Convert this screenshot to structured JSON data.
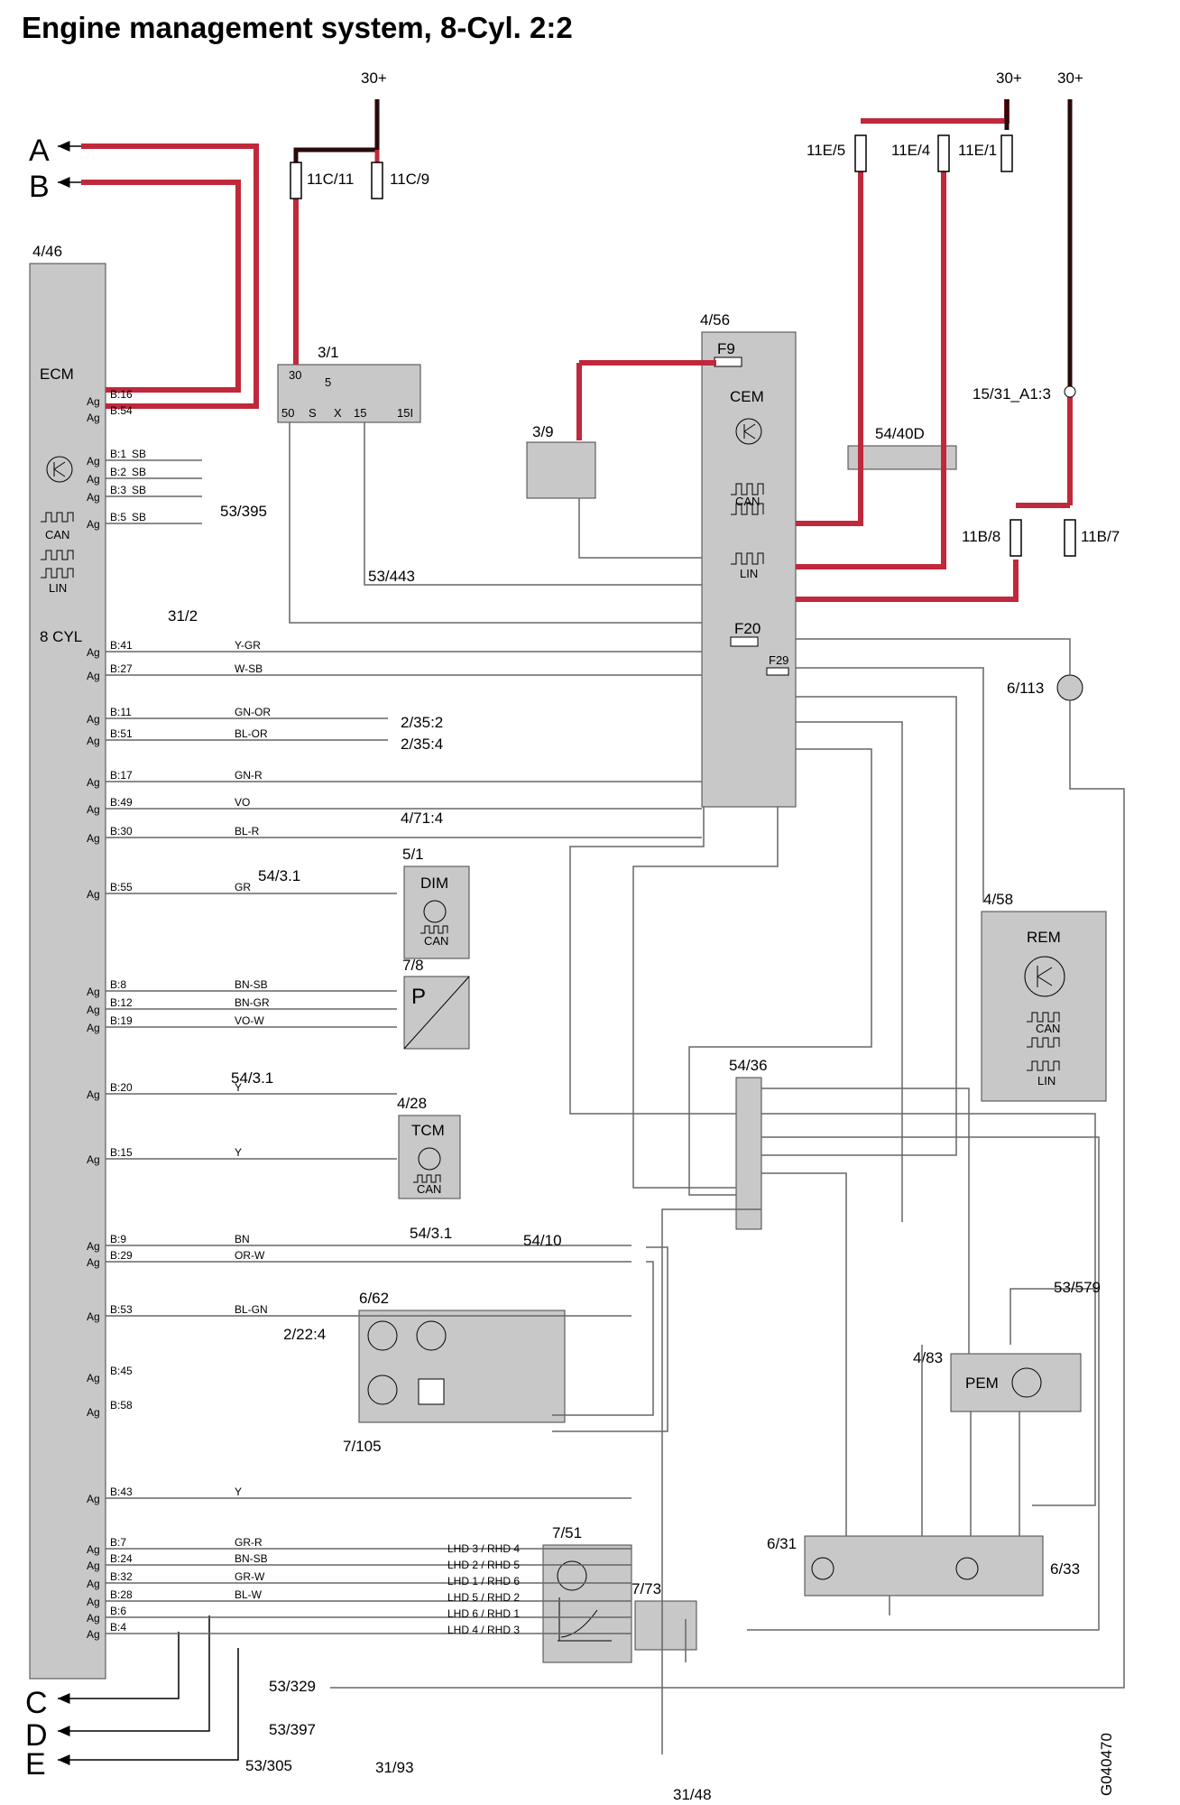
{
  "title": "Engine management system, 8-Cyl. 2:2",
  "code": "G040470",
  "colors": {
    "power": "#c0283c",
    "wire": "#555555",
    "module": "#c8c8c8",
    "dark": "#2a0a0a"
  },
  "connectors_left": [
    "A",
    "B",
    "C",
    "D",
    "E"
  ],
  "modules": {
    "ecm": {
      "ref": "4/46",
      "name": "ECM",
      "sub": "8 CYL",
      "can": "CAN",
      "lin": "LIN"
    },
    "cem": {
      "ref": "4/56",
      "name": "CEM",
      "can": "CAN",
      "lin": "LIN",
      "fuse_f9": "F9",
      "fuse_f20": "F20",
      "fuse_f29": "F29"
    },
    "rem": {
      "ref": "4/58",
      "name": "REM",
      "can": "CAN",
      "lin": "LIN"
    },
    "dim": {
      "ref": "5/1",
      "name": "DIM",
      "can": "CAN"
    },
    "p": {
      "ref": "7/8",
      "name": "P"
    },
    "tcm": {
      "ref": "4/28",
      "name": "TCM",
      "can": "CAN"
    },
    "pem": {
      "ref": "4/83",
      "name": "PEM"
    },
    "m62": {
      "ref": "6/62"
    },
    "m105": {
      "ref": "7/105"
    },
    "m51": {
      "ref": "7/51"
    },
    "m73": {
      "ref": "7/73"
    },
    "m631": {
      "ref": "6/31"
    },
    "m633": {
      "ref": "6/33"
    },
    "m113": {
      "ref": "6/113"
    },
    "ign": {
      "ref": "3/1",
      "pins": [
        "30",
        "5",
        "50",
        "S",
        "X",
        "15",
        "15I"
      ]
    },
    "sw39": {
      "ref": "3/9"
    },
    "c5436": {
      "ref": "54/36"
    },
    "c5440d": {
      "ref": "54/40D"
    }
  },
  "fuses": [
    "11C/11",
    "11C/9",
    "11E/5",
    "11E/4",
    "11E/1",
    "11B/8",
    "11B/7"
  ],
  "supplies": [
    "30+",
    "30+",
    "30+",
    "15/31_A1:3"
  ],
  "ecm_pins": [
    {
      "pin": "B:16",
      "wire": ""
    },
    {
      "pin": "B:54",
      "wire": ""
    },
    {
      "pin": "B:1",
      "wire": "SB"
    },
    {
      "pin": "B:2",
      "wire": "SB"
    },
    {
      "pin": "B:3",
      "wire": "SB"
    },
    {
      "pin": "B:5",
      "wire": "SB"
    },
    {
      "pin": "B:41",
      "wire": "Y-GR"
    },
    {
      "pin": "B:27",
      "wire": "W-SB"
    },
    {
      "pin": "B:11",
      "wire": "GN-OR"
    },
    {
      "pin": "B:51",
      "wire": "BL-OR"
    },
    {
      "pin": "B:17",
      "wire": "GN-R"
    },
    {
      "pin": "B:49",
      "wire": "VO"
    },
    {
      "pin": "B:30",
      "wire": "BL-R"
    },
    {
      "pin": "B:55",
      "wire": "GR"
    },
    {
      "pin": "B:8",
      "wire": "BN-SB"
    },
    {
      "pin": "B:12",
      "wire": "BN-GR"
    },
    {
      "pin": "B:19",
      "wire": "VO-W"
    },
    {
      "pin": "B:20",
      "wire": "Y"
    },
    {
      "pin": "B:15",
      "wire": "Y"
    },
    {
      "pin": "B:9",
      "wire": "BN"
    },
    {
      "pin": "B:29",
      "wire": "OR-W"
    },
    {
      "pin": "B:53",
      "wire": "BL-GN"
    },
    {
      "pin": "B:45",
      "wire": ""
    },
    {
      "pin": "B:58",
      "wire": ""
    },
    {
      "pin": "B:43",
      "wire": "Y"
    },
    {
      "pin": "B:7",
      "wire": "GR-R"
    },
    {
      "pin": "B:24",
      "wire": "BN-SB"
    },
    {
      "pin": "B:32",
      "wire": "GR-W"
    },
    {
      "pin": "B:28",
      "wire": "BL-W"
    },
    {
      "pin": "B:6",
      "wire": ""
    },
    {
      "pin": "B:4",
      "wire": ""
    }
  ],
  "ag": "Ag",
  "refs": {
    "r53395": "53/395",
    "r312": "31/2",
    "r53443": "53/443",
    "r2352": "2/35:2",
    "r2354": "2/35:4",
    "r4714": "4/71:4",
    "r5431a": "54/3.1",
    "r5431b": "54/3.1",
    "r5431c": "54/3.1",
    "r5410": "54/10",
    "r2224": "2/22:4",
    "r53579": "53/579",
    "r53329": "53/329",
    "r53397": "53/397",
    "r53305": "53/305",
    "r3193": "31/93",
    "r3148": "31/48"
  },
  "lhd": [
    "LHD 3 / RHD 4",
    "LHD 2 / RHD 5",
    "LHD 1 / RHD 6",
    "LHD 5 / RHD 2",
    "LHD 6 / RHD 1",
    "LHD 4 / RHD 3"
  ]
}
